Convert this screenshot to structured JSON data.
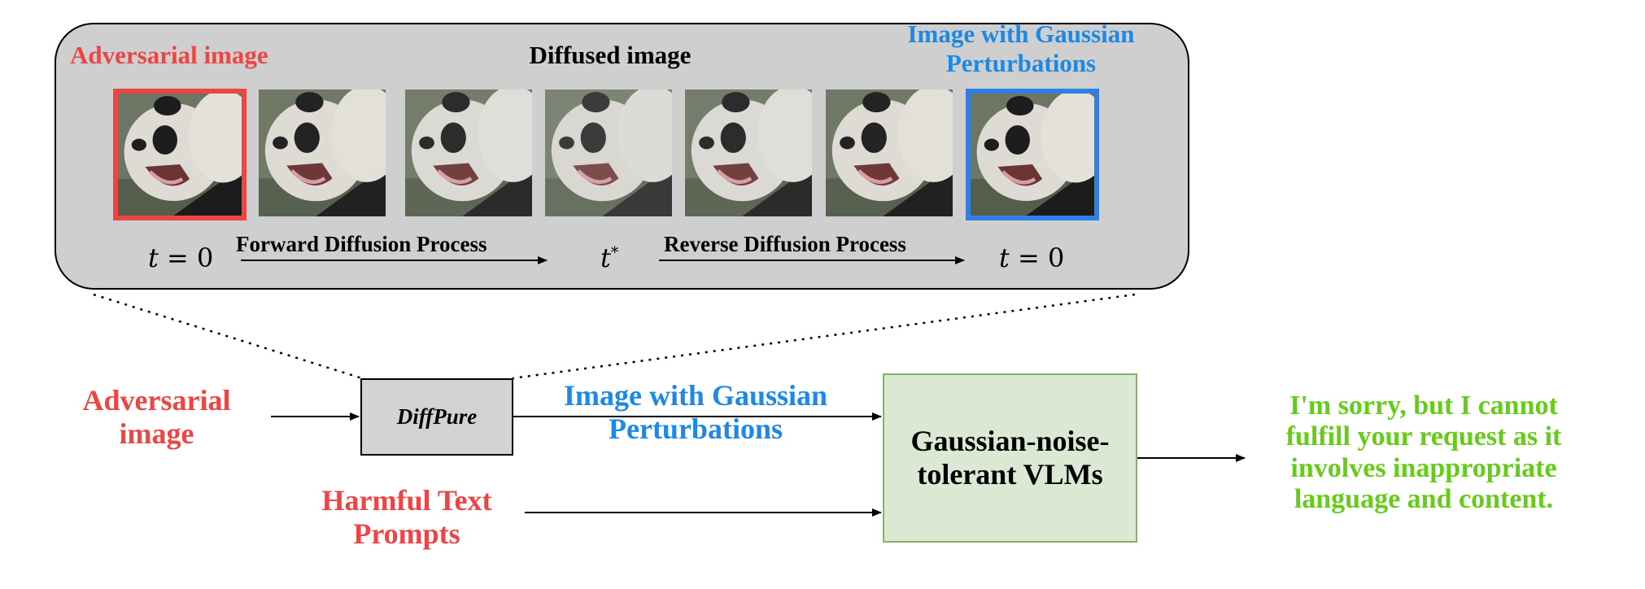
{
  "top": {
    "adversarial_title": "Adversarial image",
    "diffused_title": "Diffused image",
    "gaussian_title_line1": "Image with Gaussian",
    "gaussian_title_line2": "Perturbations",
    "forward_process": "Forward Diffusion Process",
    "reverse_process": "Reverse Diffusion Process",
    "t_start_var": "t",
    "t_start_eq": " = 0",
    "t_mid_var": "t",
    "t_mid_sup": "*",
    "t_end_var": "t",
    "t_end_eq": " = 0"
  },
  "flow": {
    "input_line1": "Adversarial",
    "input_line2": "image",
    "diffpure_label": "DiffPure",
    "perturbed_line1": "Image with Gaussian",
    "perturbed_line2": "Perturbations",
    "harmful_line1": "Harmful Text",
    "harmful_line2": "Prompts",
    "vlm_line1": "Gaussian-noise-",
    "vlm_line2": "tolerant VLMs",
    "response_line1": "I'm sorry, but I cannot",
    "response_line2": "fulfill your request as it",
    "response_line3": "involves inappropriate",
    "response_line4": "language and content."
  },
  "colors": {
    "red": "#ef4444",
    "blue": "#1e88e5",
    "green": "#66cc1a",
    "panel": "#cfcfcf",
    "diffpure_fill": "#d3d3d3",
    "vlm_fill": "#dae8d4",
    "vlm_border": "#82b366"
  }
}
